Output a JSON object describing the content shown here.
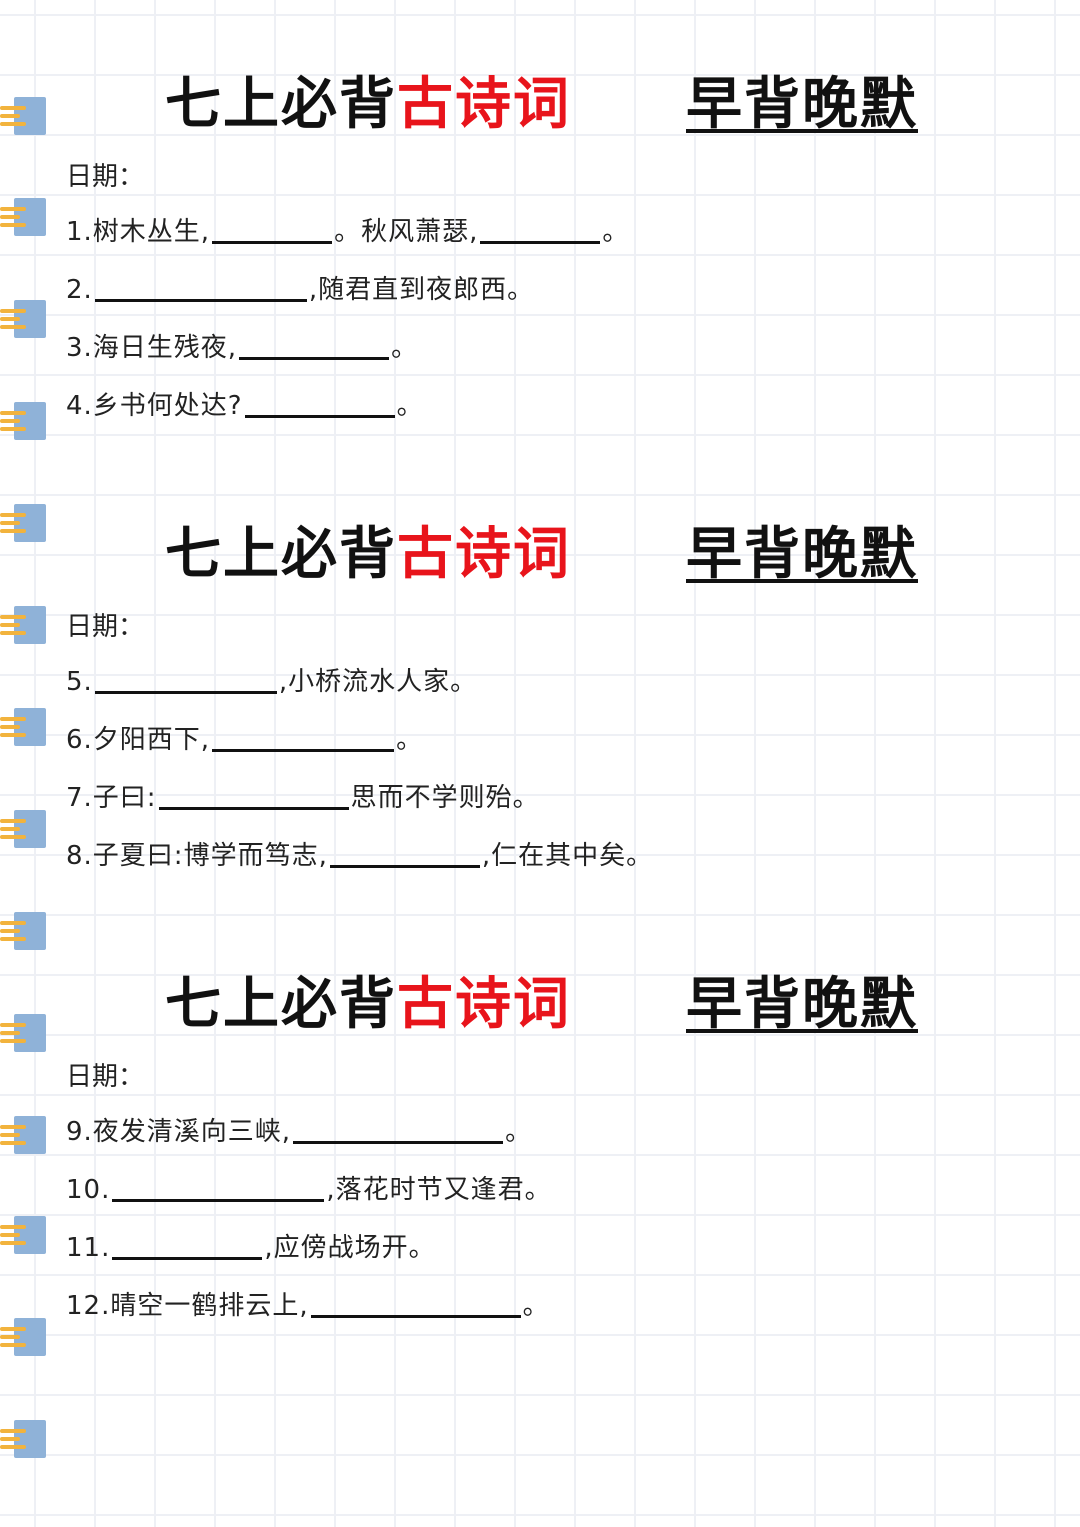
{
  "header": {
    "title_black": "七上必背",
    "title_red": "古诗词",
    "title_right": "早背晚默",
    "date_label": "日期："
  },
  "colors": {
    "accent_red": "#e8141b",
    "ring_tab": "#8fb2d8",
    "ring_wire": "#f2b33d",
    "grid": "#eef0f5"
  },
  "sections": [
    {
      "questions": [
        {
          "prefix": "1.树木丛生,",
          "middle": "。秋风萧瑟,",
          "suffix": "。"
        },
        {
          "prefix": "2.",
          "suffix": ",随君直到夜郎西。"
        },
        {
          "prefix": "3.海日生残夜,",
          "suffix": "。"
        },
        {
          "prefix": "4.乡书何处达?",
          "suffix": "。"
        }
      ]
    },
    {
      "questions": [
        {
          "prefix": "5.",
          "suffix": ",小桥流水人家。"
        },
        {
          "prefix": "6.夕阳西下,",
          "suffix": "。"
        },
        {
          "prefix": "7.子曰:",
          "suffix": "思而不学则殆。"
        },
        {
          "prefix": "8.子夏曰:博学而笃志,",
          "suffix": ",仁在其中矣。"
        }
      ]
    },
    {
      "questions": [
        {
          "prefix": "9.夜发清溪向三峡,",
          "suffix": "。"
        },
        {
          "prefix": "10.",
          "suffix": ",落花时节又逢君。"
        },
        {
          "prefix": "11.",
          "suffix": ",应傍战场开。"
        },
        {
          "prefix": "12.晴空一鹤排云上,",
          "suffix": "。"
        }
      ]
    }
  ]
}
